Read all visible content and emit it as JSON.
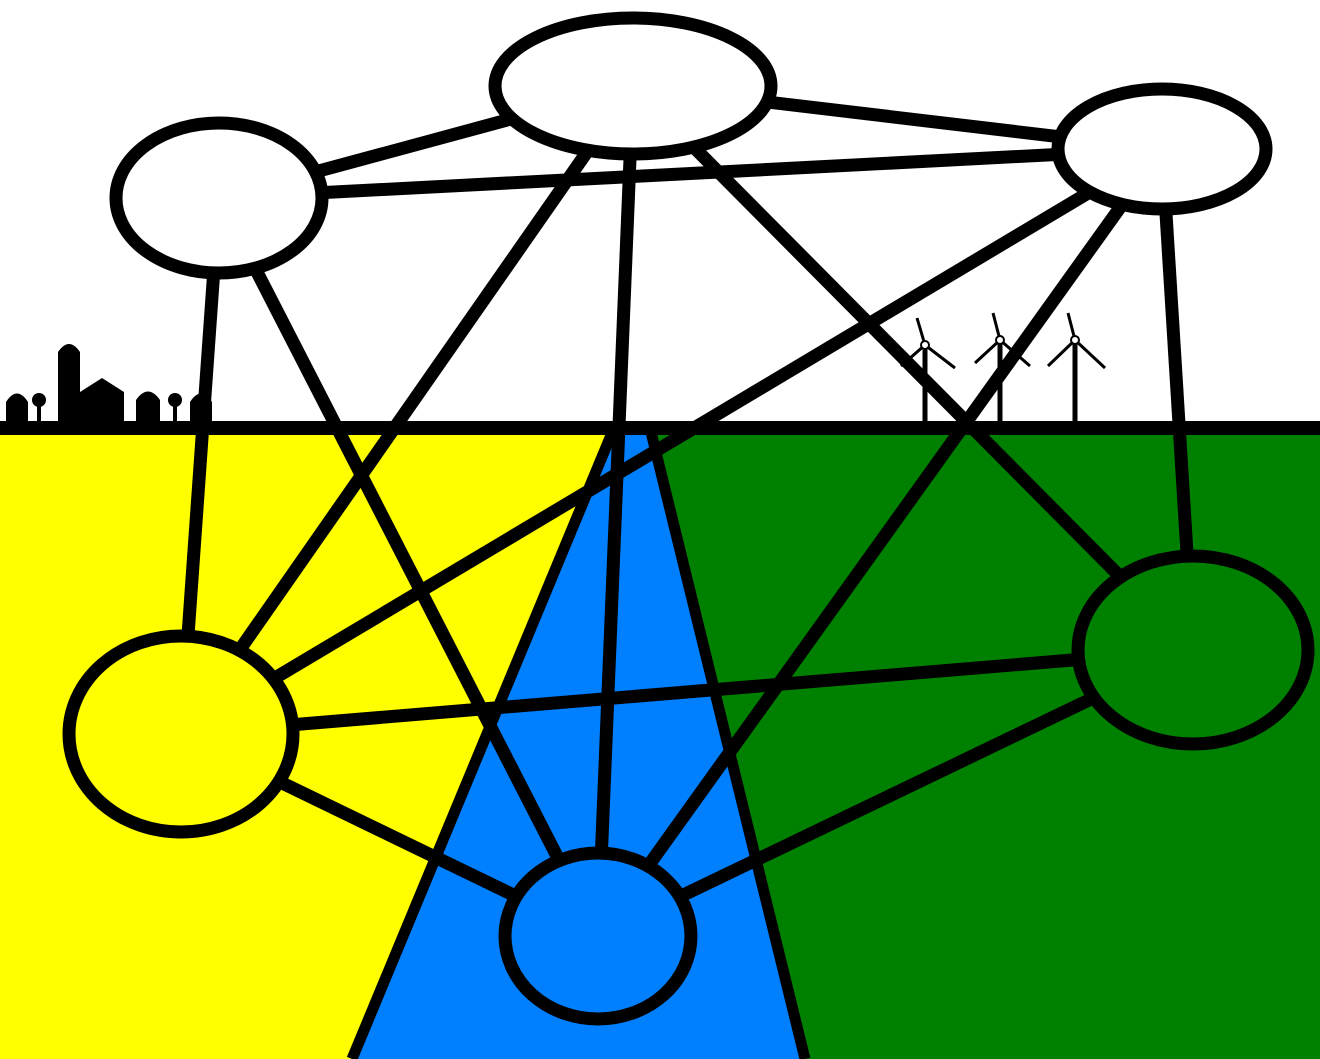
{
  "colors": {
    "sky": "#ffffff",
    "region_left": "#ffff00",
    "region_middle": "#0080ff",
    "region_right": "#008000",
    "stroke": "#000000"
  },
  "icons": {
    "skyline": "farm-silhouette-icon",
    "turbines": "wind-turbine-icon"
  },
  "nodes": [
    {
      "id": "top-left",
      "fill": "sky"
    },
    {
      "id": "top-center",
      "fill": "sky"
    },
    {
      "id": "top-right",
      "fill": "sky"
    },
    {
      "id": "bottom-left",
      "fill": "region_left"
    },
    {
      "id": "bottom-center",
      "fill": "region_middle"
    },
    {
      "id": "bottom-right",
      "fill": "region_right"
    }
  ],
  "edges": [
    [
      "top-left",
      "top-center"
    ],
    [
      "top-left",
      "top-right"
    ],
    [
      "top-left",
      "bottom-left"
    ],
    [
      "top-left",
      "bottom-center"
    ],
    [
      "top-center",
      "top-right"
    ],
    [
      "top-center",
      "bottom-left"
    ],
    [
      "top-center",
      "bottom-center"
    ],
    [
      "top-center",
      "bottom-right"
    ],
    [
      "top-right",
      "bottom-left"
    ],
    [
      "top-right",
      "bottom-center"
    ],
    [
      "top-right",
      "bottom-right"
    ],
    [
      "bottom-left",
      "bottom-center"
    ],
    [
      "bottom-left",
      "bottom-right"
    ],
    [
      "bottom-center",
      "bottom-right"
    ]
  ]
}
